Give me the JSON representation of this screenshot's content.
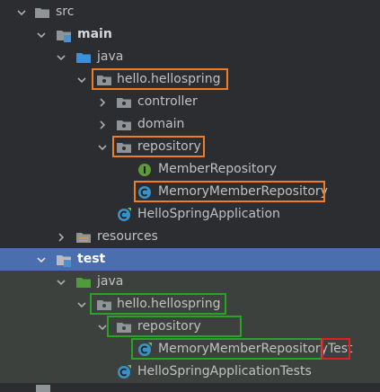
{
  "tree": {
    "src": "src",
    "main": "main",
    "java_main": "java",
    "package_main": "hello.hellospring",
    "controller": "controller",
    "domain": "domain",
    "repository_main": "repository",
    "member_repository": "MemberRepository",
    "memory_member_repository": "MemoryMemberRepository",
    "hello_spring_application": "HelloSpringApplication",
    "resources": "resources",
    "test": "test",
    "java_test": "java",
    "package_test": "hello.hellospring",
    "repository_test": "repository",
    "memory_test_prefix": "MemoryMemberRepository",
    "memory_test_suffix": "Test",
    "hello_spring_application_tests": "HelloSpringApplicationTests"
  },
  "colors": {
    "background": "#2b2d30",
    "selection": "#4b6eaf",
    "test_band": "#3d413d",
    "highlight_orange": "#f07d22",
    "highlight_green": "#2aa22a",
    "highlight_red": "#e02020"
  },
  "icons": [
    "chevron-down-icon",
    "chevron-right-icon",
    "folder-icon",
    "source-folder-icon",
    "test-folder-icon",
    "resources-folder-icon",
    "package-icon",
    "interface-icon",
    "class-icon",
    "spring-class-icon"
  ]
}
